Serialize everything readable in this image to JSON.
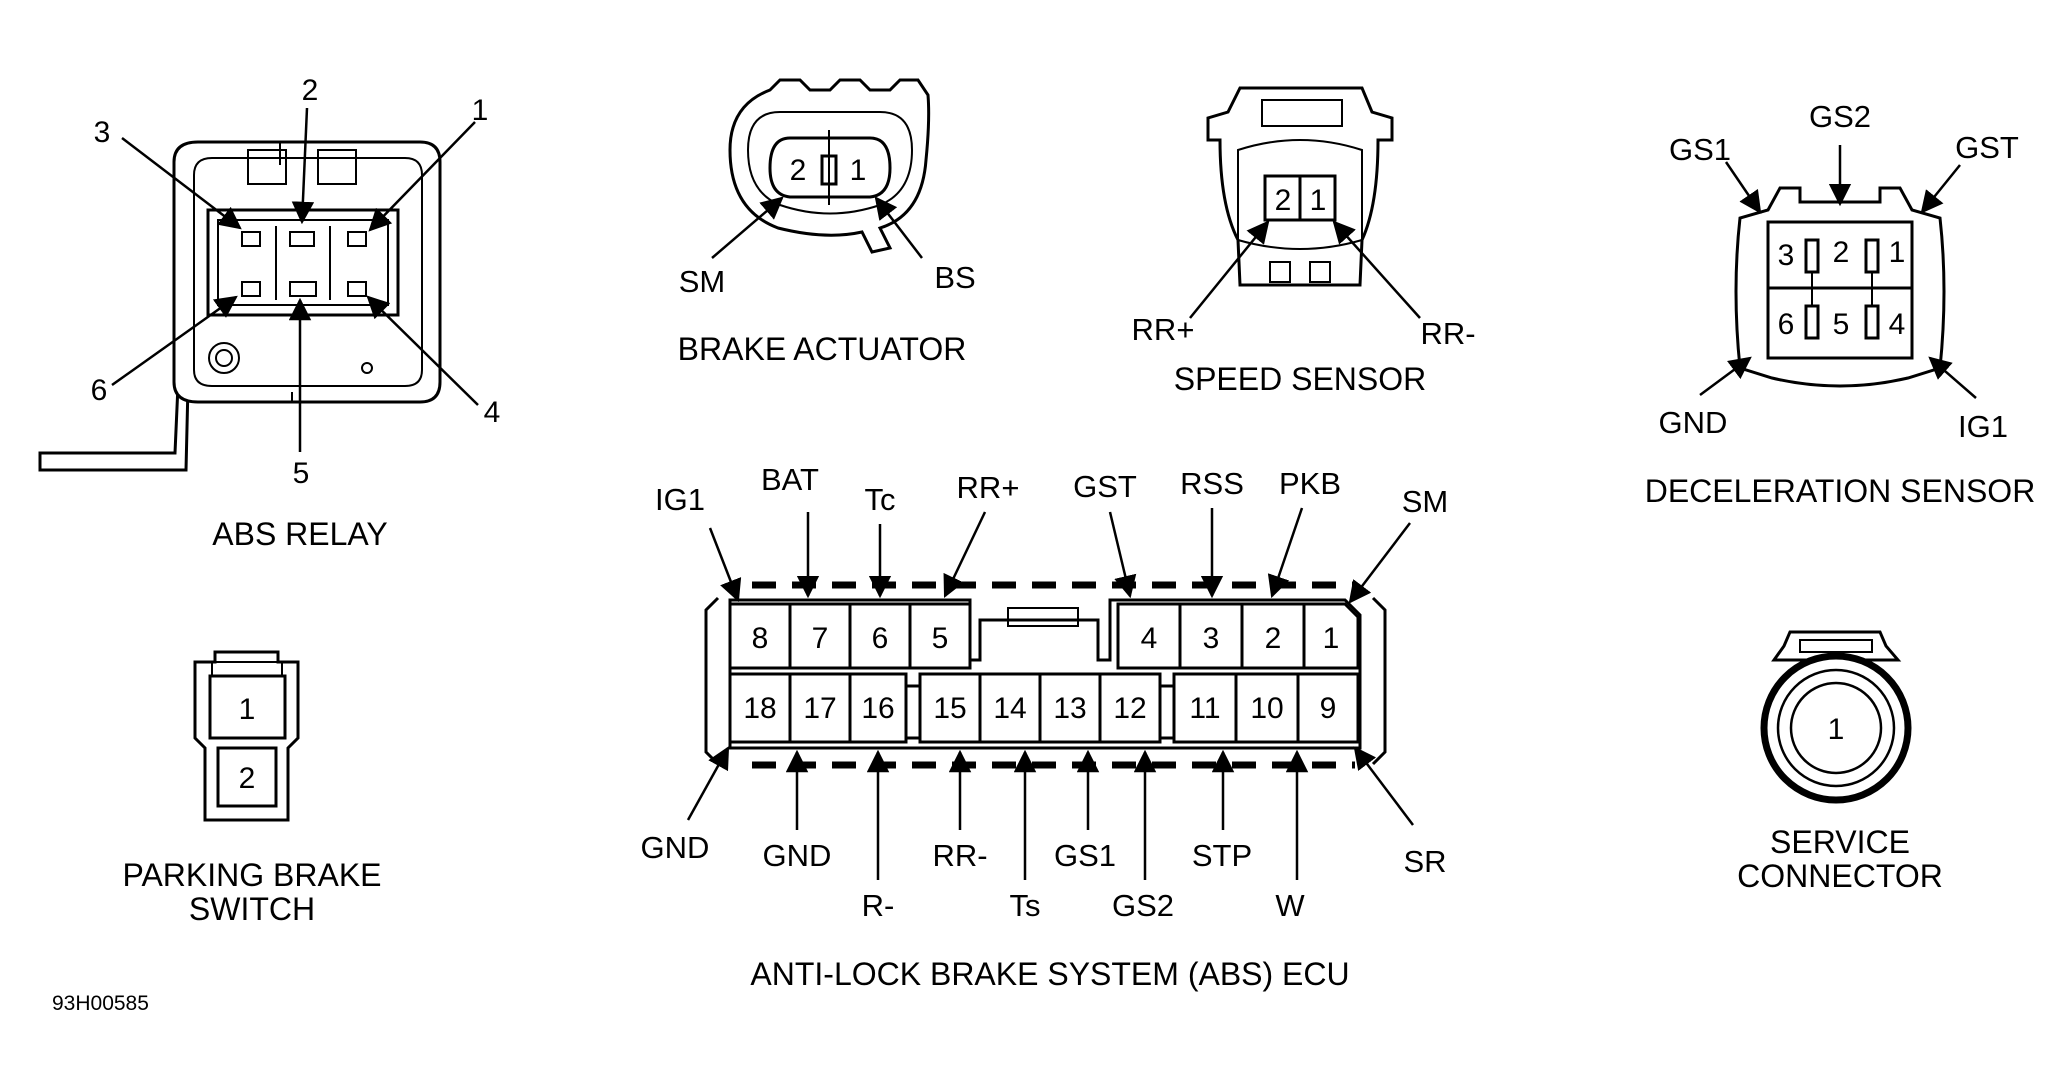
{
  "abs_relay": {
    "title": "ABS RELAY",
    "pins": [
      "1",
      "2",
      "3",
      "4",
      "5",
      "6"
    ]
  },
  "brake_actuator": {
    "title": "BRAKE ACTUATOR",
    "pins": [
      "2",
      "1"
    ],
    "labels": [
      "SM",
      "BS"
    ]
  },
  "speed_sensor": {
    "title": "SPEED SENSOR",
    "pins": [
      "2",
      "1"
    ],
    "labels": [
      "RR+",
      "RR-"
    ]
  },
  "deceleration_sensor": {
    "title": "DECELERATION SENSOR",
    "pins": [
      "3",
      "2",
      "1",
      "6",
      "5",
      "4"
    ],
    "labels": [
      "GS1",
      "GS2",
      "GST",
      "GND",
      "IG1"
    ]
  },
  "parking_brake_switch": {
    "title_line1": "PARKING BRAKE",
    "title_line2": "SWITCH",
    "pins": [
      "1",
      "2"
    ]
  },
  "service_connector": {
    "title_line1": "SERVICE",
    "title_line2": "CONNECTOR",
    "pins": [
      "1"
    ]
  },
  "abs_ecu": {
    "title": "ANTI-LOCK BRAKE SYSTEM (ABS) ECU",
    "top_pins": [
      "8",
      "7",
      "6",
      "5",
      "4",
      "3",
      "2",
      "1"
    ],
    "bottom_pins": [
      "18",
      "17",
      "16",
      "15",
      "14",
      "13",
      "12",
      "11",
      "10",
      "9"
    ],
    "top_labels": [
      "IG1",
      "BAT",
      "Tc",
      "RR+",
      "GST",
      "RSS",
      "PKB",
      "SM"
    ],
    "bottom_labels": [
      "GND",
      "GND",
      "R-",
      "RR-",
      "Ts",
      "GS1",
      "GS2",
      "STP",
      "W",
      "SR"
    ]
  },
  "figure_id": "93H00585"
}
